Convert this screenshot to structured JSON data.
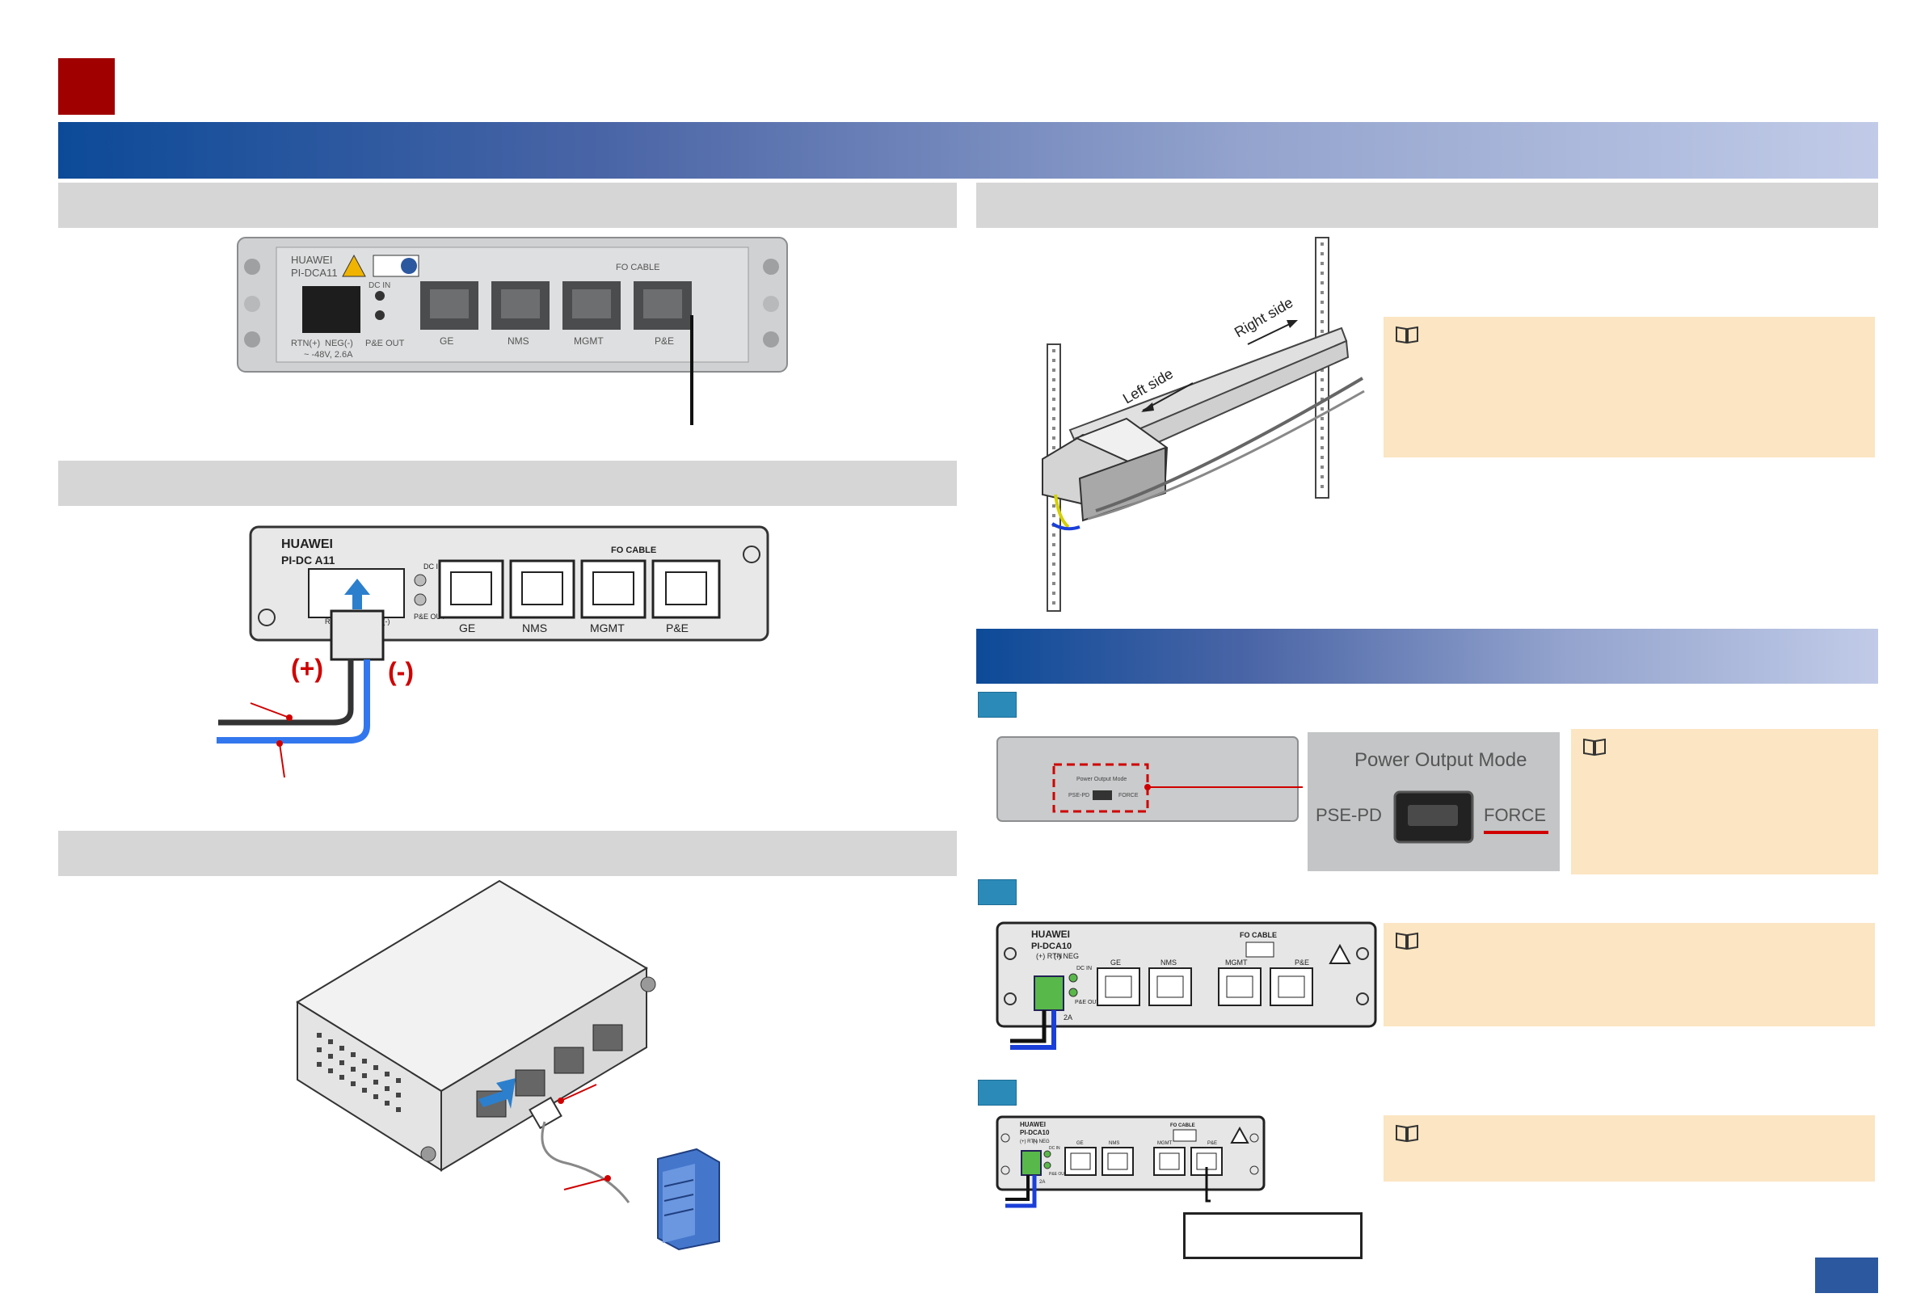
{
  "panel_a11_top": {
    "brand": "HUAWEI",
    "model": "PI-DCA11",
    "power_rtn": "RTN(+)",
    "power_neg": "NEG(-)",
    "power_rating": "~ -48V, 2.6A",
    "dc_in": "DC IN",
    "pe_out": "P&E OUT",
    "fo_cable": "FO CABLE",
    "ports": [
      "GE",
      "NMS",
      "MGMT",
      "P&E"
    ]
  },
  "panel_a11_power": {
    "brand": "HUAWEI",
    "model": "PI-DC A11",
    "dc_in": "DC IN",
    "pe_out": "P&E OUT",
    "rtn": "RTN(+)",
    "neg": "NEG(-)",
    "fo_cable": "FO CABLE",
    "ports": [
      "GE",
      "NMS",
      "MGMT",
      "P&E"
    ],
    "plus_label": "(+)",
    "minus_label": "(-)"
  },
  "rack": {
    "left_side": "Left side",
    "right_side": "Right side"
  },
  "power_mode": {
    "title": "Power Output Mode",
    "option_a": "PSE-PD",
    "option_b": "FORCE"
  },
  "panel_a10": {
    "brand": "HUAWEI",
    "model": "PI-DCA10",
    "rtn": "(+)\nRTN",
    "neg": "(-)\nNEG",
    "dc_in": "DC IN",
    "pe_out": "P&E OUT",
    "fo_cable": "FO CABLE",
    "ports": [
      "GE",
      "NMS",
      "MGMT",
      "P&E"
    ],
    "rating": "2A"
  },
  "colors": {
    "title_red": "#a00000",
    "bar_blue": "#0c4a98",
    "section_gray": "#d6d6d6",
    "note_bg": "#fbe5c2",
    "step_blue": "#2b8ab8",
    "cable_blue": "#1a3fd8",
    "callout_red": "#d00000"
  },
  "icons": [
    "book-note-icon",
    "warning-icon",
    "fo-cable-icon"
  ]
}
